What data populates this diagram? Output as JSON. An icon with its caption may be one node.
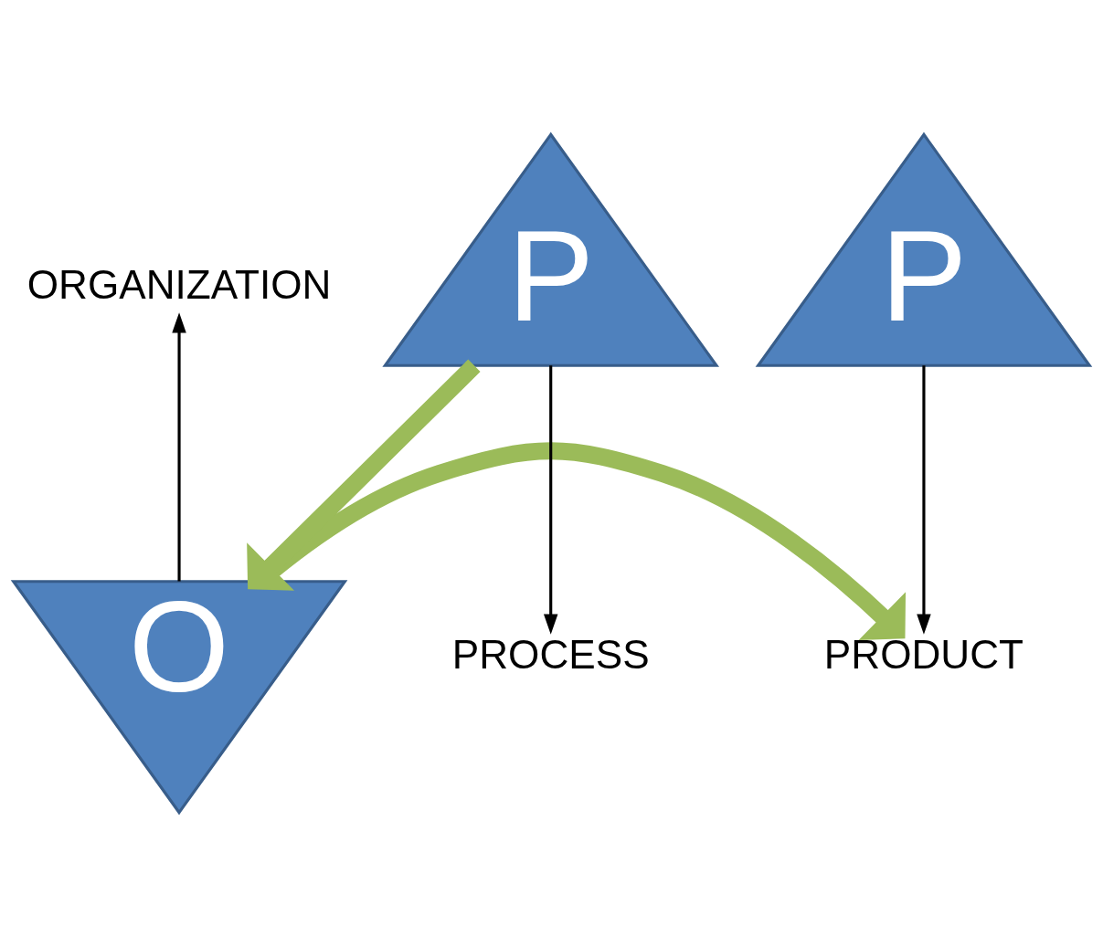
{
  "diagram": {
    "nodes": [
      {
        "text": [
          "ORGANIZATION"
        ]
      },
      {
        "text": [
          "O"
        ]
      },
      {
        "text": [
          "P"
        ]
      },
      {
        "text": [
          "P"
        ]
      },
      {
        "text": [
          "PROCESS"
        ]
      },
      {
        "text": [
          "PRODUCT"
        ]
      }
    ],
    "edges": [
      {
        "from": 1,
        "to": 0,
        "arrow": "to"
      },
      {
        "from": 2,
        "to": 1,
        "arrow": "to",
        "style": "thick",
        "color": "#9bbb59"
      },
      {
        "from": 2,
        "to": 4,
        "arrow": "to"
      },
      {
        "from": 3,
        "to": 5,
        "arrow": "to"
      },
      {
        "from": 1,
        "to": 5,
        "arrow": "to",
        "style": "thick",
        "color": "#9bbb59"
      }
    ]
  }
}
